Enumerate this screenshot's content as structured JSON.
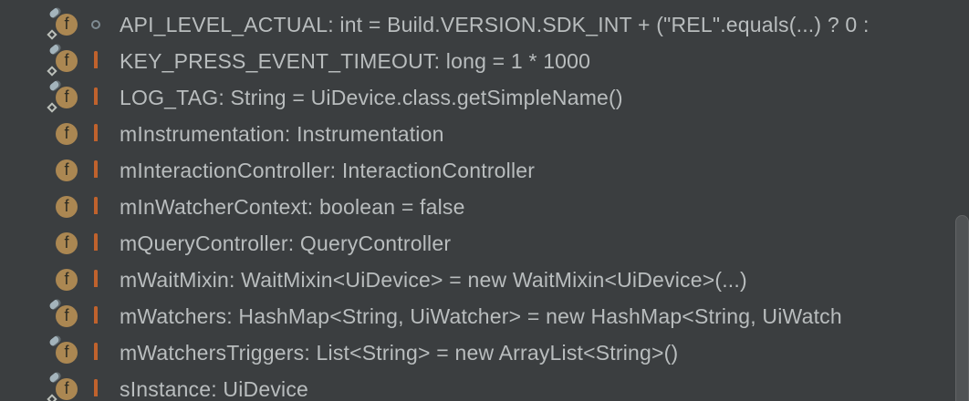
{
  "panel": {
    "title": "class-fields-structure-list",
    "field_icon_letter": "f"
  },
  "colors": {
    "background": "#3b3e40",
    "text": "#b9bdbe",
    "field_icon_bg": "#ab8752",
    "field_icon_glyph": "#2e2d24",
    "lock_icon": "#c0622d",
    "public_ring_icon": "#7e8b92",
    "final_pin_badge": "#a4b4bc",
    "static_diamond_badge": "#bcc0ba",
    "scrollbar_thumb": "rgba(255,255,255,0.11)"
  },
  "rows": [
    {
      "label": "API_LEVEL_ACTUAL: int = Build.VERSION.SDK_INT + (\"REL\".equals(...) ? 0 :",
      "visibility": "public",
      "is_static": true,
      "is_final": true
    },
    {
      "label": "KEY_PRESS_EVENT_TIMEOUT: long = 1 * 1000",
      "visibility": "private",
      "is_static": true,
      "is_final": true
    },
    {
      "label": "LOG_TAG: String = UiDevice.class.getSimpleName()",
      "visibility": "private",
      "is_static": true,
      "is_final": true
    },
    {
      "label": "mInstrumentation: Instrumentation",
      "visibility": "private",
      "is_static": false,
      "is_final": false
    },
    {
      "label": "mInteractionController: InteractionController",
      "visibility": "private",
      "is_static": false,
      "is_final": false
    },
    {
      "label": "mInWatcherContext: boolean = false",
      "visibility": "private",
      "is_static": false,
      "is_final": false
    },
    {
      "label": "mQueryController: QueryController",
      "visibility": "private",
      "is_static": false,
      "is_final": false
    },
    {
      "label": "mWaitMixin: WaitMixin<UiDevice> = new WaitMixin<UiDevice>(...)",
      "visibility": "private",
      "is_static": false,
      "is_final": false
    },
    {
      "label": "mWatchers: HashMap<String, UiWatcher> = new HashMap<String, UiWatch",
      "visibility": "private",
      "is_static": false,
      "is_final": true
    },
    {
      "label": "mWatchersTriggers: List<String> = new ArrayList<String>()",
      "visibility": "private",
      "is_static": false,
      "is_final": true
    },
    {
      "label": "sInstance: UiDevice",
      "visibility": "private",
      "is_static": true,
      "is_final": true
    }
  ]
}
